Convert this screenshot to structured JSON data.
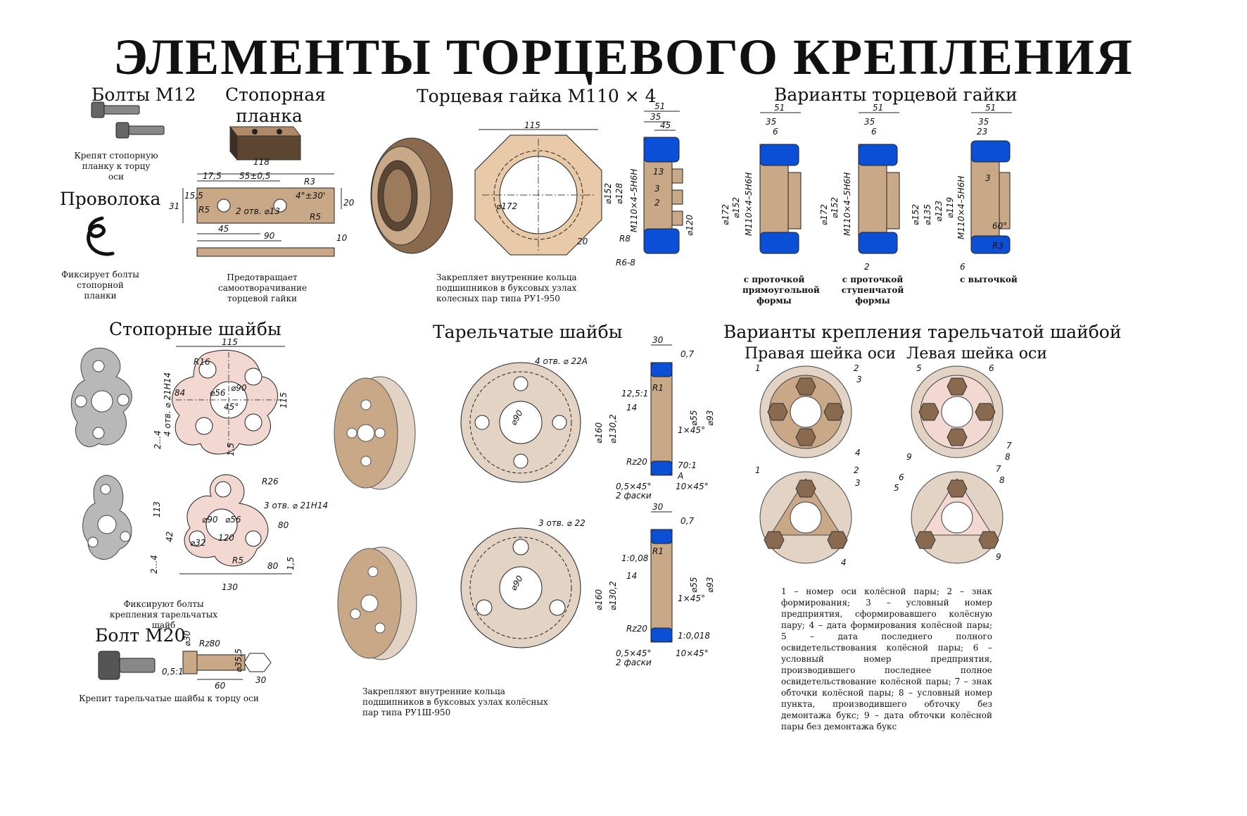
{
  "title": "ЭЛЕМЕНТЫ ТОРЦЕВОГО КРЕПЛЕНИЯ",
  "sections": {
    "bolts_m12": {
      "heading": "Болты М12",
      "caption": "Крепят стопорную планку к торцу оси"
    },
    "lock_plate": {
      "heading": "Стопорная планка",
      "caption": "Предотвращает самоотворачивание торцевой гайки",
      "dims": [
        "118",
        "17,5",
        "55±0,5",
        "R3",
        "4°±30'",
        "31",
        "15,5",
        "R5",
        "2 отв. ⌀13",
        "R5",
        "45",
        "90",
        "20",
        "10"
      ]
    },
    "wire": {
      "heading": "Проволока",
      "caption": "Фиксирует болты стопорной планки"
    },
    "end_nut": {
      "heading": "Торцевая гайка М110 × 4",
      "caption": "Закрепляет внутренние кольца подшипников в буксовых узлах колесных пар типа РУ1-950",
      "dims": [
        "115",
        "⌀172",
        "20",
        "51",
        "35",
        "45",
        "⌀152",
        "⌀128",
        "М110×4–5Н6Н",
        "13",
        "3",
        "2",
        "⌀120",
        "R8",
        "R6-8"
      ]
    },
    "nut_variants": {
      "heading": "Варианты торцевой гайки",
      "variants": [
        {
          "caption": "с проточкой прямоугольной формы"
        },
        {
          "caption": "с проточкой ступенчатой формы"
        },
        {
          "caption": "с выточкой"
        }
      ],
      "dims": [
        "51",
        "35",
        "6",
        "⌀172",
        "⌀152",
        "М110×4–5Н6Н",
        "2",
        "23",
        "⌀135",
        "⌀123",
        "⌀119",
        "3",
        "60°",
        "R3",
        "6"
      ]
    },
    "lock_washers": {
      "heading": "Стопорные шайбы",
      "caption": "Фиксируют болты крепления тарельчатых шайб",
      "dims": [
        "115",
        "R16",
        "⌀56",
        "⌀90",
        "84",
        "45°",
        "4 отв. ⌀ 21Н14",
        "2...4",
        "1,5",
        "R26",
        "3 отв. ⌀ 21Н14",
        "113",
        "42",
        "⌀90",
        "⌀56",
        "⌀32",
        "120",
        "80",
        "R5",
        "130"
      ]
    },
    "bolt_m20": {
      "heading": "Болт М20",
      "caption": "Крепит тарельчатые шайбы к торцу оси",
      "dims": [
        "⌀30",
        "Rz80",
        "⌀35,5",
        "0,5:1",
        "60",
        "30"
      ]
    },
    "dish_washers": {
      "heading": "Тарельчатые шайбы",
      "caption": "Закрепляют внутренние кольца подшипников в буксовых узлах колёсных пар типа РУ1Ш-950",
      "dims": [
        "4 отв. ⌀ 22А",
        "⌀90",
        "3 отв. ⌀ 22",
        "30",
        "0,7",
        "12,5:1",
        "14",
        "⌀160",
        "⌀130,2",
        "⌀55",
        "⌀93",
        "1×45°",
        "Rz20",
        "70:1",
        "А",
        "0,5×45°",
        "10×45°",
        "2 фаски",
        "1:0,08",
        "1:0,018",
        "R1"
      ]
    },
    "dish_variants": {
      "heading": "Варианты крепления тарельчатой шайбой",
      "right_label": "Правая шейка оси",
      "left_label": "Левая шейка оси",
      "callouts_right": [
        "1",
        "2",
        "3",
        "4"
      ],
      "callouts_left": [
        "5",
        "6",
        "7",
        "8",
        "9"
      ],
      "legend": "1 – номер оси колёсной пары; 2 – знак формирования; 3 – условный номер предприятия, сформировавшего колёсную пару; 4 – дата формирования колёсной пары; 5 – дата последнего полного освидетельствования колёсной пары; 6 – условный номер предприятия, производившего последнее полное освидетельствование колёсной пары; 7 – знак обточки колёсной пары; 8 – условный номер пункта, производившего обточку без демонтажа букс; 9 – дата обточки колёсной пары без демонтажа букс"
    }
  },
  "colors": {
    "bronze": "#c9a887",
    "bronze_dark": "#8a6a4e",
    "blue": "#0a4fd6",
    "pink": "#f3d8d2",
    "line": "#222222"
  }
}
